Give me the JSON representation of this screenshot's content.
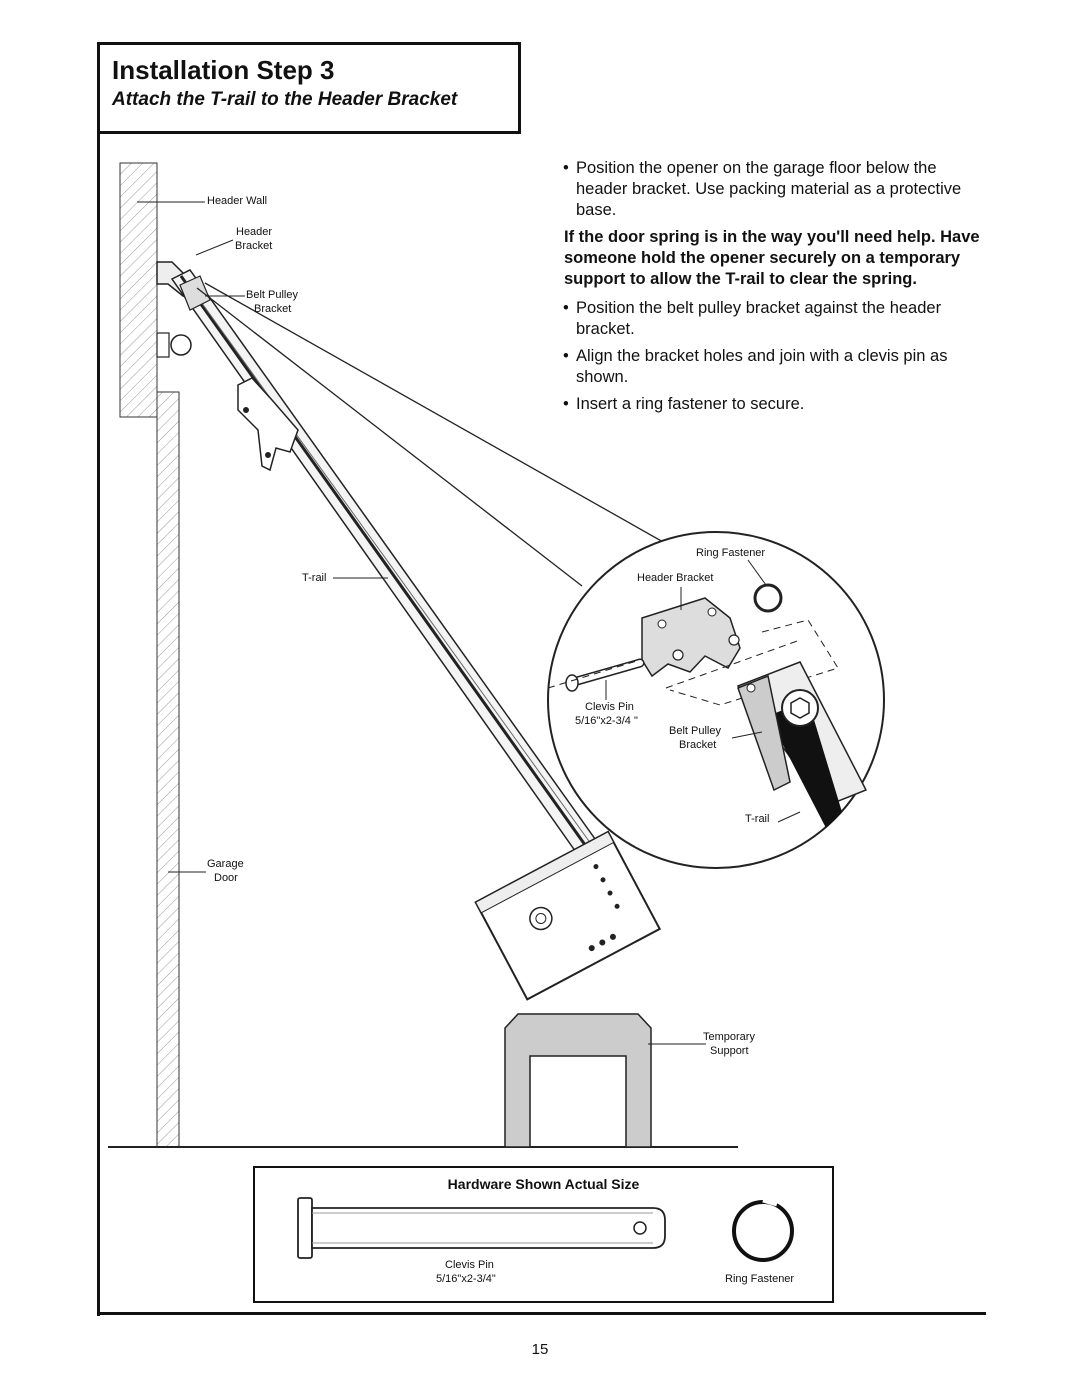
{
  "header": {
    "title": "Installation Step 3",
    "subtitle": "Attach the T-rail to the Header Bracket"
  },
  "instructions": {
    "bullets_top": [
      "Position the opener on the garage floor below the header bracket. Use packing material as a protective base."
    ],
    "warning": "If the door spring is in the way you'll need help. Have someone hold the opener securely on a temporary support to allow the T-rail to clear the spring.",
    "bullets_bottom": [
      "Position the belt pulley bracket against the header bracket.",
      "Align the bracket holes and join with a clevis pin as shown.",
      "Insert a ring fastener to secure."
    ]
  },
  "diagram_labels": {
    "header_wall": "Header Wall",
    "header_bracket_1": "Header",
    "header_bracket_2": "Bracket",
    "belt_pulley_1": "Belt Pulley",
    "belt_pulley_2": "Bracket",
    "t_rail": "T-rail",
    "garage_door_1": "Garage",
    "garage_door_2": "Door",
    "temporary_1": "Temporary",
    "temporary_2": "Support"
  },
  "detail_labels": {
    "ring_fastener": "Ring Fastener",
    "header_bracket": "Header Bracket",
    "clevis_pin_1": "Clevis Pin",
    "clevis_pin_2": "5/16\"x2-3/4 \"",
    "belt_pulley_1": "Belt Pulley",
    "belt_pulley_2": "Bracket",
    "t_rail": "T-rail"
  },
  "hardware": {
    "title": "Hardware Shown Actual Size",
    "clevis_pin_1": "Clevis Pin",
    "clevis_pin_2": "5/16\"x2-3/4\"",
    "ring_fastener": "Ring  Fastener"
  },
  "footer": {
    "page_number": "15"
  }
}
